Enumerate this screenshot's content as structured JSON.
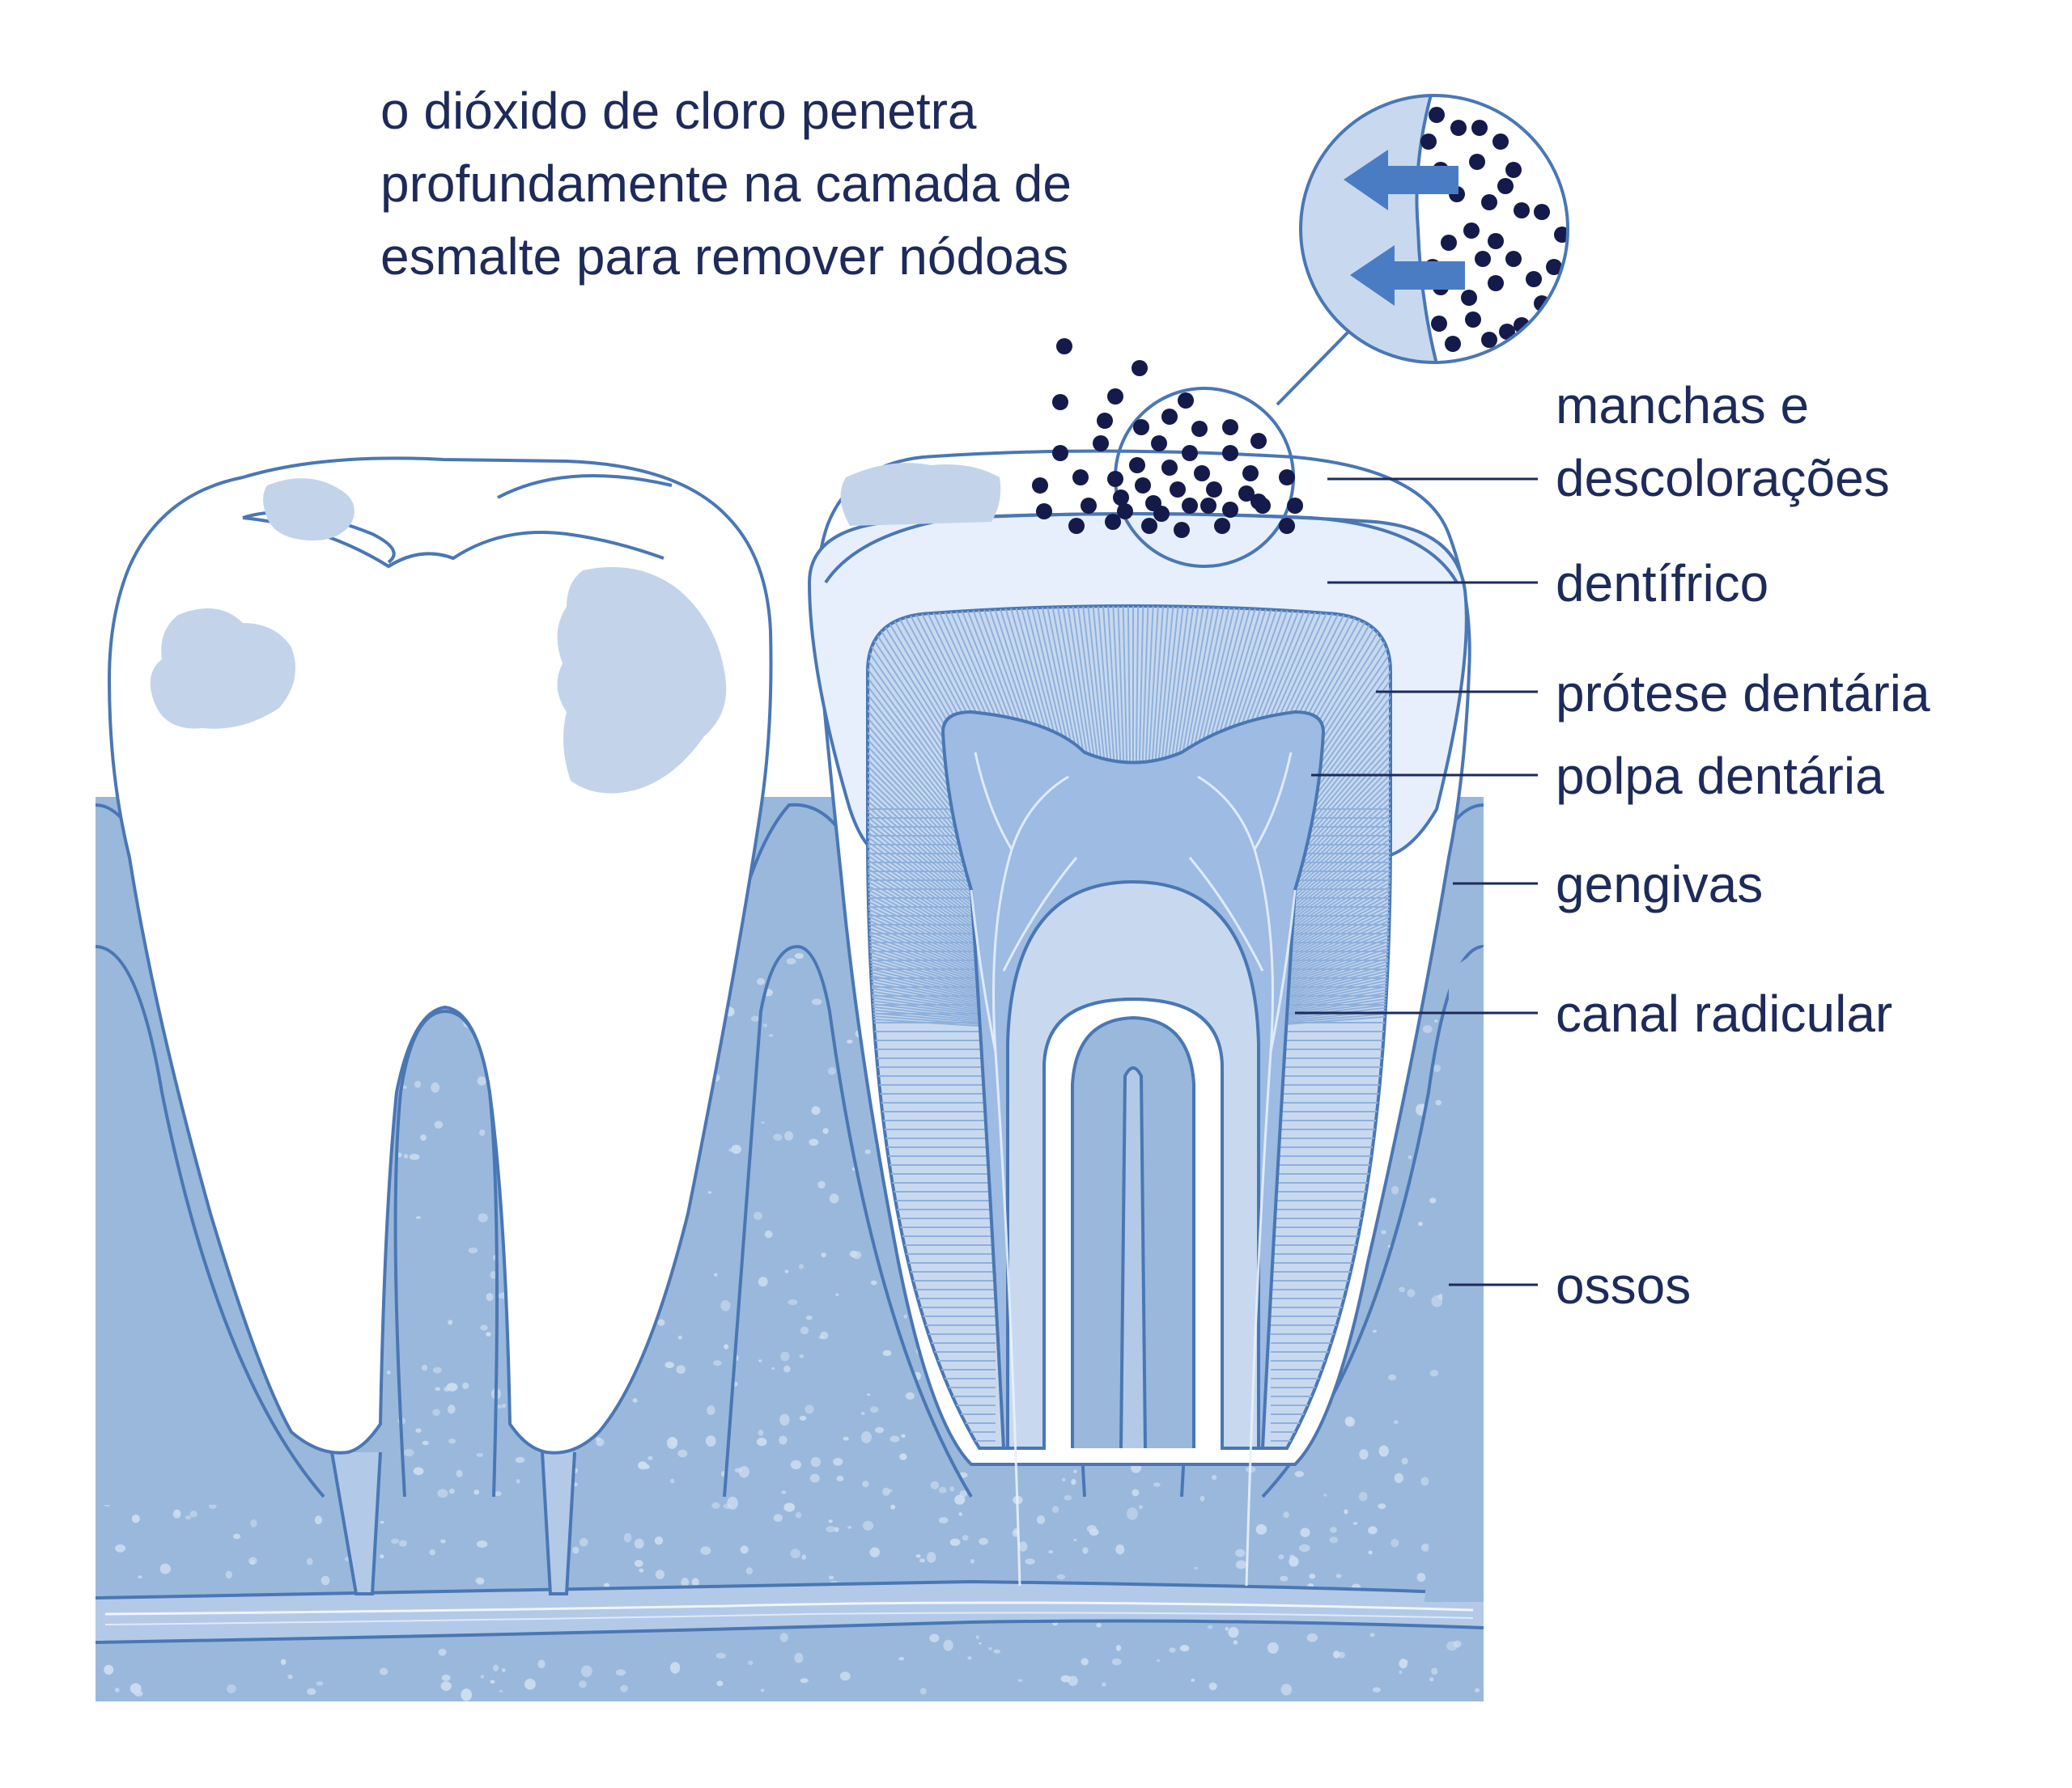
{
  "caption": {
    "lines": [
      "o dióxido de cloro penetra",
      "profundamente na camada de",
      "esmalte para remover nódoas"
    ]
  },
  "labels": {
    "stains_line1": "manchas e",
    "stains_line2": "descolorações",
    "toothpaste": "dentífrico",
    "denture": "prótese dentária",
    "pulp": "polpa dentária",
    "gums": "gengivas",
    "root_canal": "canal radicular",
    "bones": "ossos"
  },
  "colors": {
    "outline": "#4a77b4",
    "bone": "#9ab8dc",
    "gum": "#9ab8dc",
    "tooth": "#ffffff",
    "enamel_layer": "#e6effb",
    "dentin": "#c8d9ef",
    "pulp": "#9dbbe3",
    "stain": "#c3d4ea",
    "arrow": "#4a7cc4",
    "particle": "#141a4a",
    "text": "#1e2a5a"
  }
}
